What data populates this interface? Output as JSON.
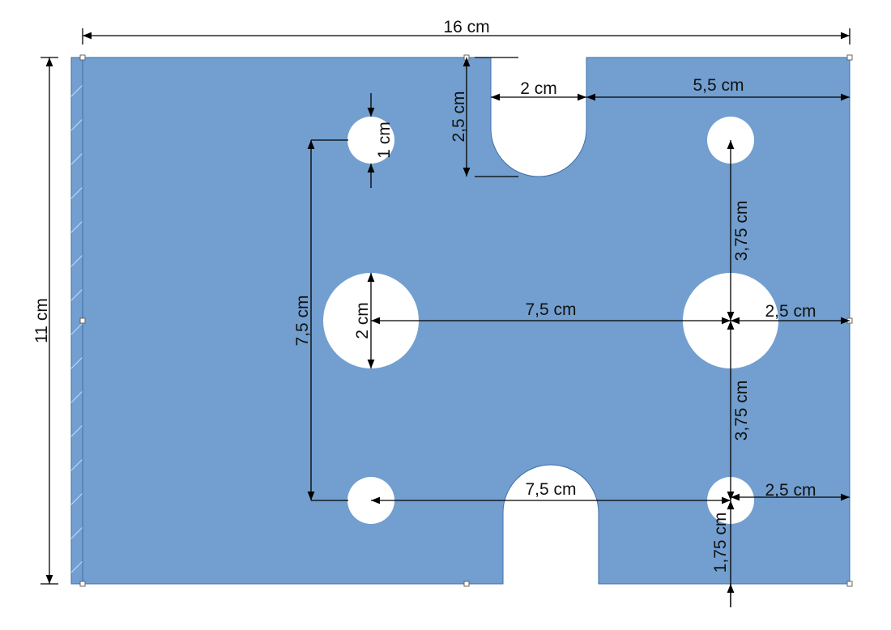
{
  "colors": {
    "plate": "#729fcf",
    "plate_edge": "#3f6ea8",
    "cutout": "#ffffff"
  },
  "dimensions": {
    "overall_width": "16 cm",
    "overall_height": "11 cm",
    "top_slot_width": "2 cm",
    "top_slot_depth": "2,5 cm",
    "top_right_offset": "5,5 cm",
    "small_hole_diameter": "1 cm",
    "left_vertical_spacing": "7,5 cm",
    "large_hole_diameter": "2 cm",
    "large_hole_spacing": "7,5 cm",
    "right_upper_spacing": "3,75 cm",
    "right_lower_spacing": "3,75 cm",
    "right_mid_offset": "2,5 cm",
    "bottom_hole_spacing": "7,5 cm",
    "bottom_right_offset": "2,5 cm",
    "bottom_offset": "1,75 cm"
  }
}
